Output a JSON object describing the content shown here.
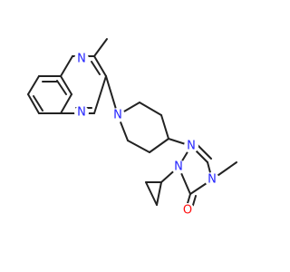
{
  "colors": {
    "bond": "#222222",
    "nitrogen": "#2323ff",
    "oxygen": "#ff0d0d"
  },
  "atom_labels": [
    {
      "id": "n-quinox-top",
      "text": "N",
      "element": "nitrogen"
    },
    {
      "id": "n-quinox-bottom",
      "text": "N",
      "element": "nitrogen"
    },
    {
      "id": "n-piperidine",
      "text": "N",
      "element": "nitrogen"
    },
    {
      "id": "n-triazole-1",
      "text": "N",
      "element": "nitrogen"
    },
    {
      "id": "n-triazole-2",
      "text": "N",
      "element": "nitrogen"
    },
    {
      "id": "n-triazole-4",
      "text": "N",
      "element": "nitrogen"
    },
    {
      "id": "o-carbonyl",
      "text": "O",
      "element": "oxygen"
    }
  ]
}
